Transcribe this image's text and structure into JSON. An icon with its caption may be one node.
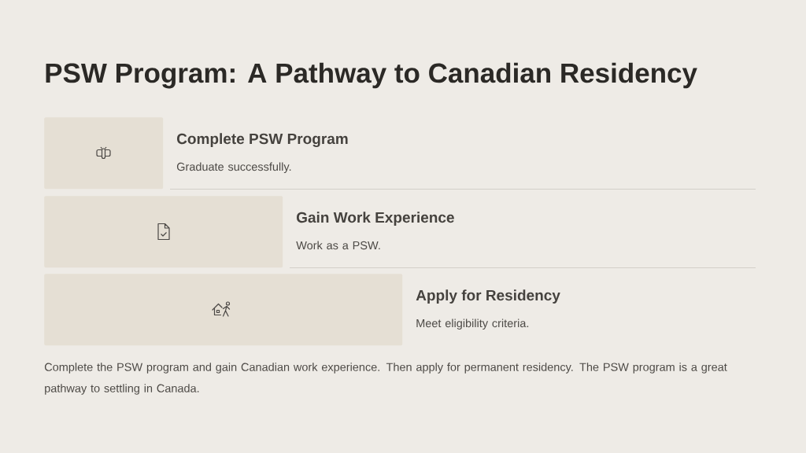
{
  "diagram": {
    "title": "PSW Program: A Pathway to Canadian Residency",
    "nodes": [
      {
        "text": [
          "Complete PSW Program",
          "Graduate successfully."
        ]
      },
      {
        "text": [
          "Gain Work Experience",
          "Work as a PSW."
        ]
      },
      {
        "text": [
          "Apply for Residency",
          "Meet eligibility criteria."
        ]
      }
    ],
    "caption": "Complete the PSW program and gain Canadian work experience. Then apply for permanent residency. The PSW program is a great pathway to settling in Canada."
  }
}
